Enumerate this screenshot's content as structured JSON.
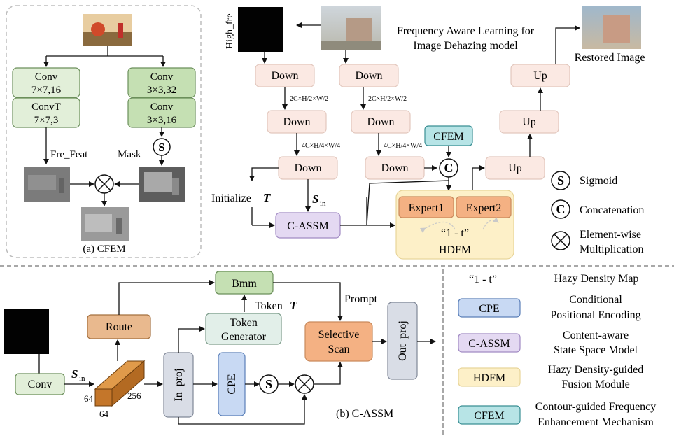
{
  "cfem_panel": {
    "conv1": [
      "Conv",
      "7×7,16"
    ],
    "convT": [
      "ConvT",
      "7×7,3"
    ],
    "conv2": [
      "Conv",
      "3×3,32"
    ],
    "conv3": [
      "Conv",
      "3×3,16"
    ],
    "fre_feat": "Fre_Feat",
    "mask": "Mask",
    "sigmoid_symbol": "S",
    "caption": "(a) CFEM"
  },
  "main": {
    "high_fre": "High_fre",
    "title_line1": "Frequency Aware Learning for",
    "title_line2": "Image Dehazing model",
    "restored": "Restored Image",
    "down": "Down",
    "up": "Up",
    "size_2c": "2C×H/2×W/2",
    "size_4c": "4C×H/4×W/4",
    "cfem": "CFEM",
    "concat_symbol": "C",
    "initialize": "Initialize",
    "t_symbol": "T",
    "s_in": "S",
    "s_in_sub": "in",
    "c_assm": "C-ASSM",
    "expert1": "Expert1",
    "expert2": "Expert2",
    "one_minus_t": "“1 - t”",
    "hdfm": "HDFM"
  },
  "legend_top": {
    "sigmoid": "Sigmoid",
    "concatenation": "Concatenation",
    "elementwise_line1": "Element-wise",
    "elementwise_line2": "Multiplication"
  },
  "cassm_panel": {
    "conv": "Conv",
    "route": "Route",
    "bmm": "Bmm",
    "token_t": "Token",
    "token_gen_line1": "Token",
    "token_gen_line2": "Generator",
    "prompt": "Prompt",
    "selective_line1": "Selective",
    "selective_line2": "Scan",
    "out_proj": "Out_proj",
    "in_proj": "In_proj",
    "cpe": "CPE",
    "dim_64a": "64",
    "dim_256": "256",
    "dim_64b": "64",
    "caption": "(b) C-ASSM"
  },
  "legend_bottom": {
    "one_t": "“1 - t”",
    "hazy_map": "Hazy Density Map",
    "cpe_box": "CPE",
    "cpe_line1": "Conditional",
    "cpe_line2": "Positional Encoding",
    "cassm_box": "C-ASSM",
    "cassm_line1": "Content-aware",
    "cassm_line2": "State Space Model",
    "hdfm_box": "HDFM",
    "hdfm_line1": "Hazy Density-guided",
    "hdfm_line2": "Fusion Module",
    "cfem_box": "CFEM",
    "cfem_line1": "Contour-guided Frequency",
    "cfem_line2": "Enhancement Mechanism"
  },
  "colors": {
    "green_light": "#e2efd9",
    "green_dark": "#c5e0b3",
    "peach": "#fbe9e3",
    "lavender": "#e4d9f2",
    "teal": "#b7e4e6",
    "orange": "#f4b183",
    "yellow": "#fdf0c8",
    "blue": "#c8d9f3",
    "gray": "#d9dde6",
    "tan": "#e9b98e",
    "mint": "#e2efe9"
  }
}
